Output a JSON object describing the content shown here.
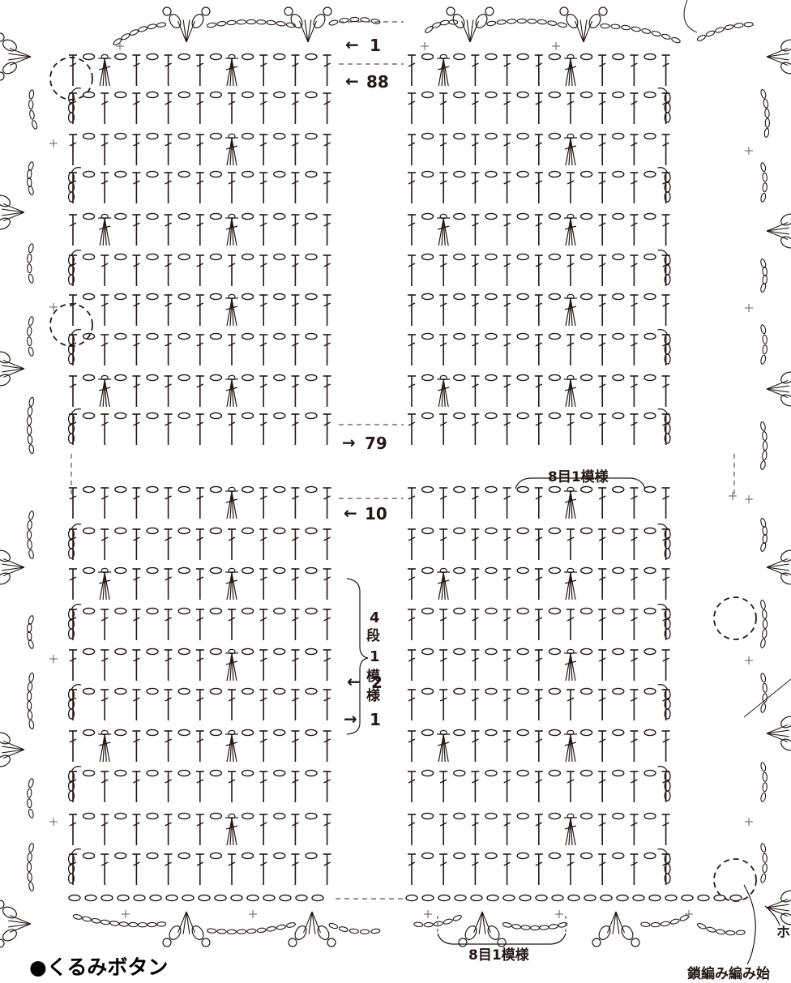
{
  "row_markers": {
    "r1_top": "1",
    "r88": "88",
    "r79": "79",
    "r10": "10",
    "r2": "2",
    "r1_bottom": "1"
  },
  "repeat_labels": {
    "pattern_top": "8目1模様",
    "pattern_bottom": "8目1模様",
    "rows_num": "4",
    "rows_unit": "段",
    "rows_one": "1",
    "rows_mo": "模",
    "rows_yo": "様"
  },
  "notes": {
    "chain_start": "鎖編み編み始",
    "corner_cut": "ホ"
  },
  "section_title": "●くるみボタン",
  "colors": {
    "ink": "#231815",
    "dash": "#555555"
  }
}
